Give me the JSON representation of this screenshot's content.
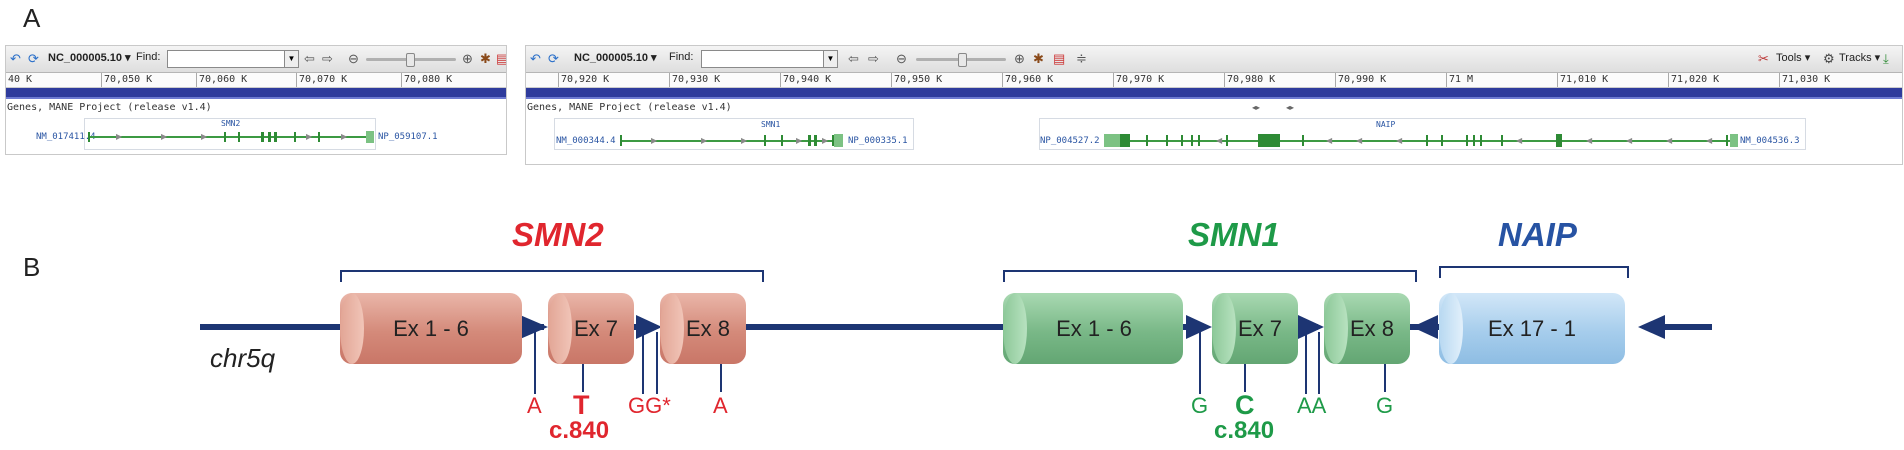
{
  "panel_a_label": "A",
  "panel_b_label": "B",
  "viewer_left": {
    "accession": "NC_000005.10 ▾",
    "find_label": "Find:",
    "ruler": [
      "40 K",
      "70,050 K",
      "70,060 K",
      "70,070 K",
      "70,080 K"
    ],
    "track_title": "Genes, MANE Project (release v1.4)",
    "gene": "SMN2",
    "transcript": "NM_017411.4",
    "protein": "NP_059107.1"
  },
  "viewer_right": {
    "accession": "NC_000005.10 ▾",
    "find_label": "Find:",
    "tools_label": "Tools ▾",
    "tracks_label": "Tracks ▾",
    "ruler": [
      "70,920 K",
      "70,930 K",
      "70,940 K",
      "70,950 K",
      "70,960 K",
      "70,970 K",
      "70,980 K",
      "70,990 K",
      "71 M",
      "71,010 K",
      "71,020 K",
      "71,030 K"
    ],
    "track_title": "Genes, MANE Project (release v1.4)",
    "gene1": "SMN1",
    "gene1_transcript": "NM_000344.4",
    "gene1_protein": "NP_000335.1",
    "gene2": "NAIP",
    "gene2_protein": "NP_004527.2",
    "gene2_transcript": "NM_004536.3"
  },
  "diagram": {
    "chr_label": "chr5q",
    "genes": [
      {
        "name": "SMN2",
        "color": "#e0262e"
      },
      {
        "name": "SMN1",
        "color": "#1e9a48"
      },
      {
        "name": "NAIP",
        "color": "#2753a3"
      }
    ],
    "exons": [
      "Ex 1 - 6",
      "Ex 7",
      "Ex 8",
      "Ex 1 - 6",
      "Ex 7",
      "Ex 8",
      "Ex 17 - 1"
    ],
    "smn2_variants": [
      "A",
      "T",
      "GG*",
      "A"
    ],
    "smn2_position": "c.840",
    "smn1_variants": [
      "G",
      "C",
      "AA",
      "G"
    ],
    "smn1_position": "c.840",
    "colors": {
      "smn_red_body": "#d9988a",
      "smn_green_body": "#7fbf8c",
      "naip_blue_body": "#a9d0ee",
      "line": "#1d3573"
    }
  }
}
